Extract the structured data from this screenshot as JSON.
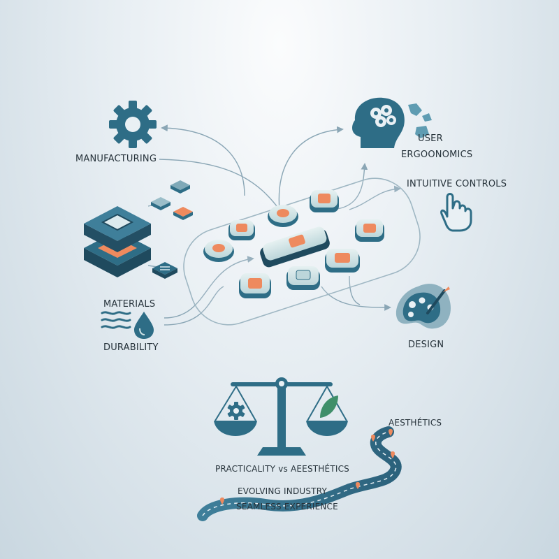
{
  "labels": {
    "manufacturing": "MANUFACTURING",
    "user": "USER",
    "ergonomics": "ERGOONOMICS",
    "intuitive_controls": "INTUITIVE CONTROLS",
    "materials": "MATERIALS",
    "durability": "DURABILITY",
    "design": "DESIGN",
    "aesthetics": "AESTHÉTICS",
    "practicality_vs": "PRACTICALITY vs AEESTHÉTICS",
    "evolving_industry": "EVOLVING INDUSTRY",
    "seamless_experience": "SEAMLESS EXPERIENCE"
  },
  "icons": {
    "manufacturing": "gear-icon",
    "ergonomics": "head-brain-icon",
    "intuitive_controls": "pointing-hand-icon",
    "materials": "water-drop-icon",
    "design": "palette-icon",
    "balance": "scale-icon",
    "journey": "winding-road-icon"
  },
  "colors": {
    "primary": "#2e6d86",
    "dark": "#1f4a5e",
    "accent": "#ee8a5e",
    "light_teal": "#cfe3e6",
    "line": "#8aa6b5"
  }
}
